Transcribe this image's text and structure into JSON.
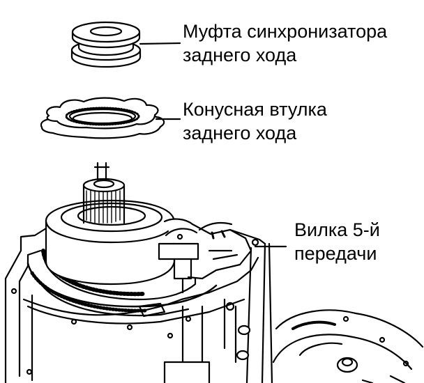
{
  "labels": {
    "sync_sleeve": {
      "line1": "Муфта синхронизатора",
      "line2": "заднего хода"
    },
    "cone_bushing": {
      "line1": "Конусная втулка",
      "line2": "заднего хода"
    },
    "fifth_fork": {
      "line1": "Вилка 5-й",
      "line2": "передачи"
    }
  },
  "colors": {
    "ink": "#000000",
    "paper": "#ffffff"
  }
}
